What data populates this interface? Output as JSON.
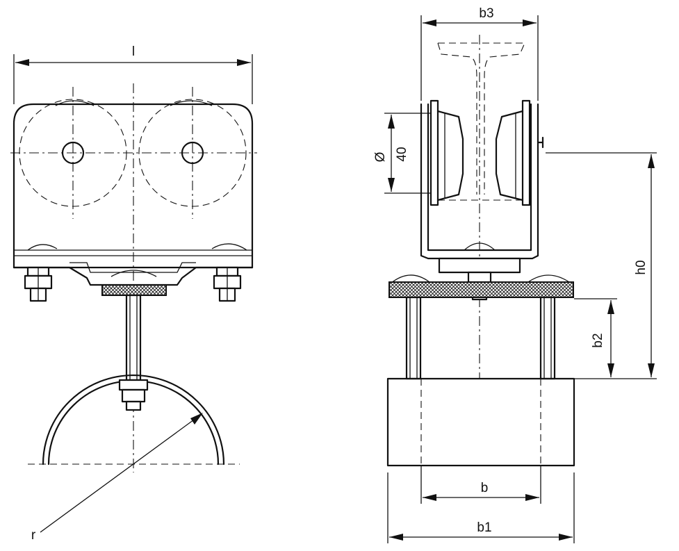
{
  "labels": {
    "l": "l",
    "b3": "b3",
    "diameter_symbol": "Ø",
    "diameter_value": "40",
    "h0": "h0",
    "b2": "b2",
    "b": "b",
    "b1": "b1",
    "r": "r"
  },
  "colors": {
    "line": "#111111",
    "background": "#ffffff"
  }
}
